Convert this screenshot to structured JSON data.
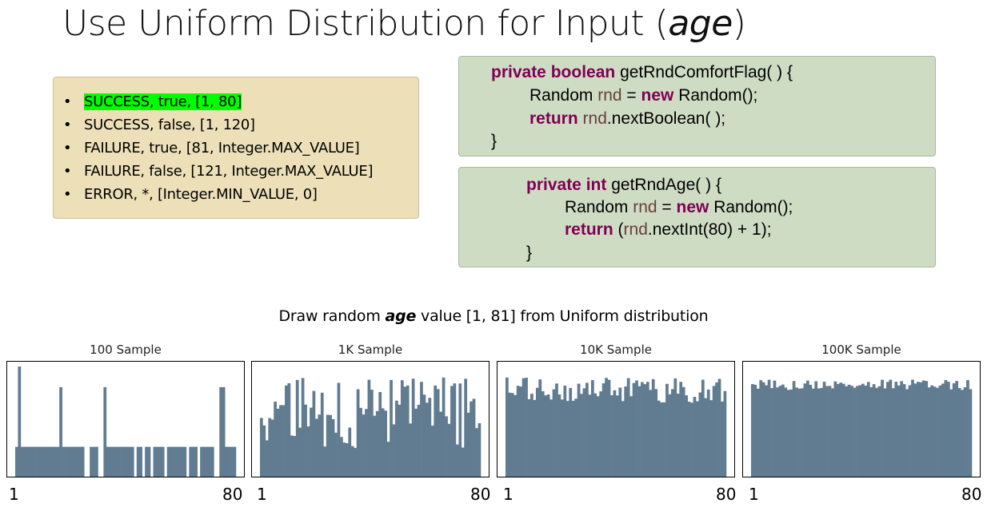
{
  "slide": {
    "title_main": "Use Uniform Distribution for Input (",
    "title_italic": "age",
    "title_close": ")",
    "bullets": [
      "SUCCESS, true, [1, 80]",
      "SUCCESS, false, [1, 120]",
      "FAILURE, true, [81, Integer.MAX_VALUE]",
      "FAILURE, false, [121, Integer.MAX_VALUE]",
      "ERROR, *, [Integer.MIN_VALUE, 0]"
    ],
    "bullet_symbol": "•",
    "code1": {
      "kw_private": "private",
      "kw_boolean": "boolean",
      "sig1": " getRndComfortFlag( ) {",
      "l2a": "Random ",
      "l2var": "rnd",
      "l2b": " = ",
      "kw_new": "new",
      "l2c": " Random();",
      "kw_return": "return",
      "l3var": "rnd",
      "l3c": ".nextBoolean( );",
      "close": "}"
    },
    "code2": {
      "kw_private": "private",
      "kw_int": "int",
      "sig": " getRndAge( ) {",
      "l2a": "Random ",
      "l2var": "rnd",
      "l2b": " = ",
      "kw_new": "new",
      "l2c": " Random();",
      "kw_return": "return",
      "l3a": " (",
      "l3var": "rnd",
      "l3c": ".nextInt(80) + 1);",
      "close": "}"
    },
    "subtitle_a": "Draw random ",
    "subtitle_italic": "age",
    "subtitle_b": " value [1, 81] from Uniform distribution",
    "colors": {
      "highlight": "#00ff00",
      "bar": "#617c91",
      "keyword": "#7f0055",
      "variable": "#6a3e3e"
    }
  },
  "chart_data": [
    {
      "type": "bar",
      "title": "100 Sample",
      "xmin_label": "1",
      "xmax_label": "80",
      "xrange": [
        1,
        80
      ],
      "values": []
    },
    {
      "type": "bar",
      "title": "1K Sample",
      "xmin_label": "1",
      "xmax_label": "80",
      "xrange": [
        1,
        80
      ],
      "values": []
    },
    {
      "type": "bar",
      "title": "10K Sample",
      "xmin_label": "1",
      "xmax_label": "80",
      "xrange": [
        1,
        80
      ],
      "values": []
    },
    {
      "type": "bar",
      "title": "100K Sample",
      "xmin_label": "1",
      "xmax_label": "80",
      "xrange": [
        1,
        80
      ],
      "values": []
    }
  ]
}
